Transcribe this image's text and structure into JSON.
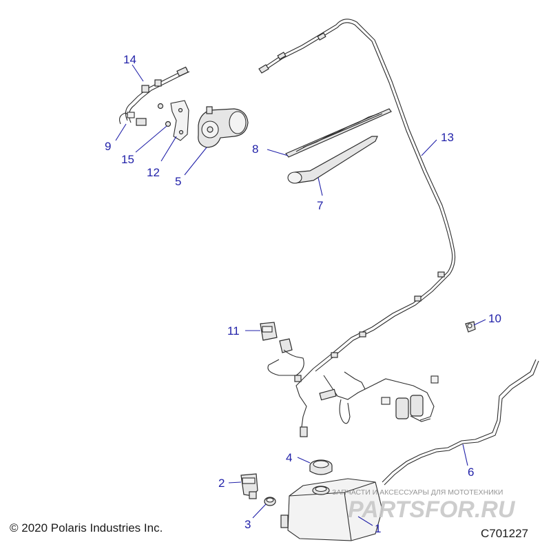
{
  "diagram": {
    "callouts": [
      "1",
      "2",
      "3",
      "4",
      "5",
      "6",
      "7",
      "8",
      "9",
      "10",
      "11",
      "12",
      "13",
      "14",
      "15"
    ]
  },
  "footer": {
    "copyright": "© 2020 Polaris Industries Inc.",
    "figure_code": "C701227"
  },
  "watermark": {
    "tagline": "ЗАПЧАСТИ И АКСЕССУАРЫ ДЛЯ МОТОТЕХНИКИ",
    "logo": "PARTSFOR.RU"
  },
  "colors": {
    "callout": "#1f1fa8",
    "line_art": "#2b2b2b",
    "part_fill": "#e6e6e6"
  }
}
